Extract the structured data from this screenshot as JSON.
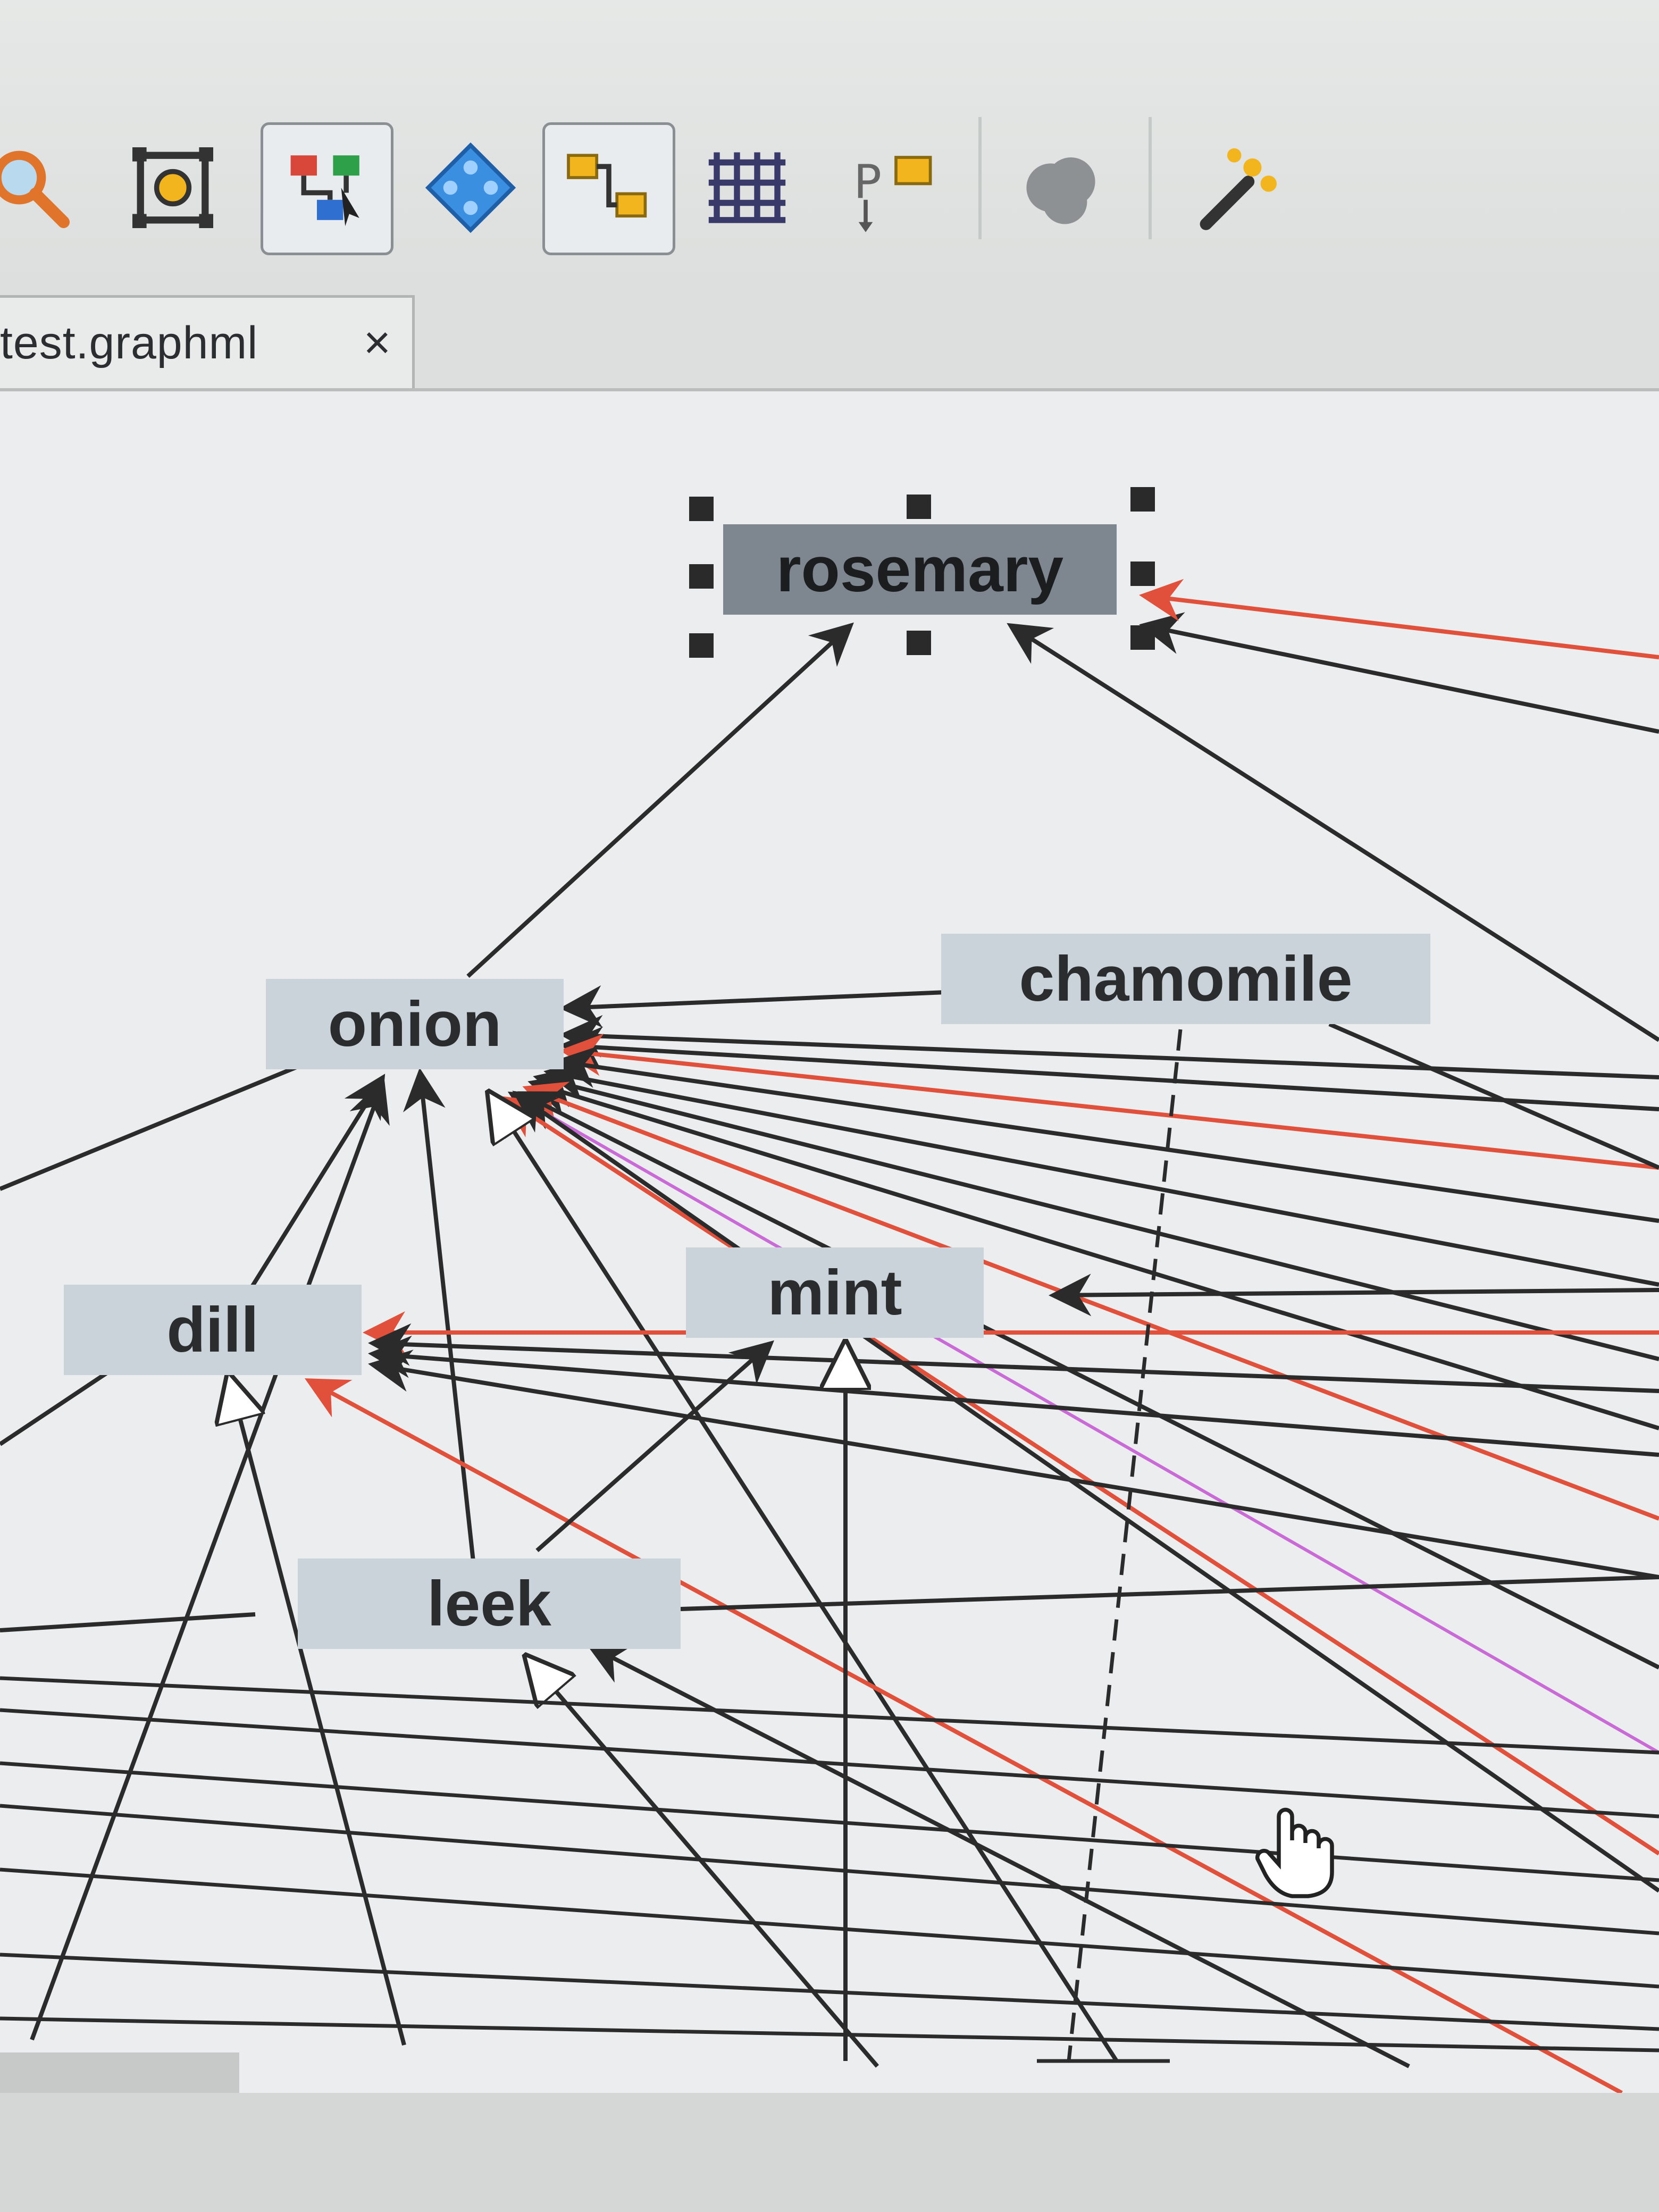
{
  "toolbar": {
    "tools": [
      {
        "icon": "zoom-icon",
        "active": false
      },
      {
        "icon": "fit-content-icon",
        "active": false
      },
      {
        "icon": "hierarchic-layout-icon",
        "active": true
      },
      {
        "icon": "organic-layout-icon",
        "active": false
      },
      {
        "icon": "orthogonal-edge-icon",
        "active": true
      },
      {
        "icon": "grid-icon",
        "active": false
      },
      {
        "icon": "port-icon",
        "active": false
      },
      {
        "icon": "cloud-icon",
        "active": false
      },
      {
        "icon": "magic-wand-icon",
        "active": false
      }
    ]
  },
  "tab": {
    "label": "test.graphml",
    "close": "×"
  },
  "graph": {
    "nodes": [
      {
        "id": "rosemary",
        "label": "rosemary",
        "selected": true
      },
      {
        "id": "onion",
        "label": "onion",
        "selected": false
      },
      {
        "id": "chamomile",
        "label": "chamomile",
        "selected": false
      },
      {
        "id": "dill",
        "label": "dill",
        "selected": false
      },
      {
        "id": "mint",
        "label": "mint",
        "selected": false
      },
      {
        "id": "leek",
        "label": "leek",
        "selected": false
      }
    ],
    "colors": {
      "edge_default": "#2b2b2b",
      "edge_highlight": "#e0503a",
      "edge_selected_path": "#c96ad6",
      "node_fill": "#c9d3d9",
      "node_selected_fill": "#7e8790"
    }
  }
}
